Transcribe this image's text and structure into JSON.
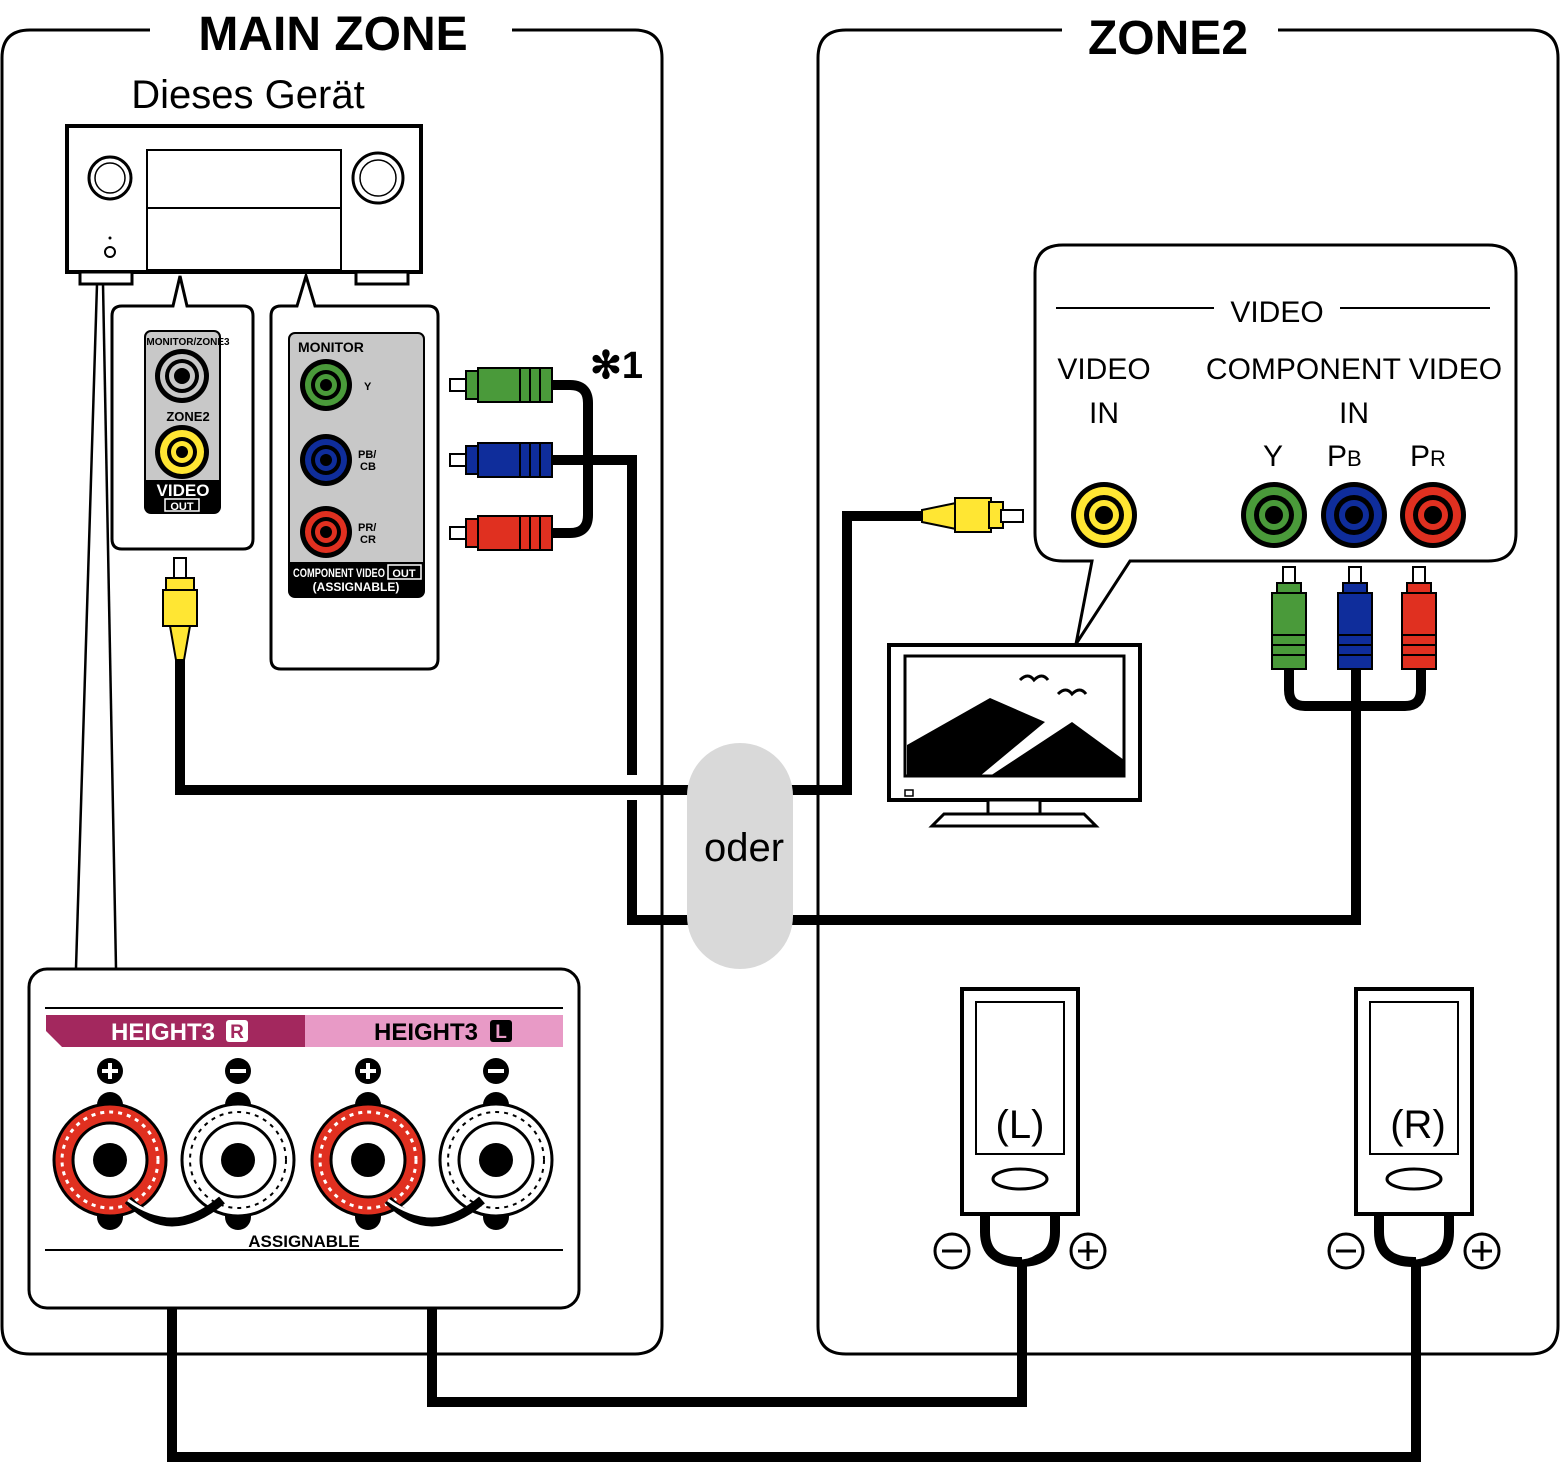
{
  "zones": {
    "main": "MAIN ZONE",
    "zone2": "ZONE2"
  },
  "device_label": "Dieses Gerät",
  "footnote": "✻1",
  "separator": "oder",
  "receiver_panel": {
    "monitor_zone3": "MONITOR/ZONE3",
    "zone2": "ZONE2",
    "video": "VIDEO",
    "out": "OUT"
  },
  "component_panel": {
    "monitor": "MONITOR",
    "y": "Y",
    "pb": "PB/",
    "cb": "CB",
    "pr": "PR/",
    "cr": "CR",
    "component_video": "COMPONENT VIDEO",
    "out": "OUT",
    "assignable": "(ASSIGNABLE)"
  },
  "tv_panel": {
    "video": "VIDEO",
    "video_in_1": "VIDEO",
    "video_in_2": "IN",
    "component_1": "COMPONENT VIDEO",
    "component_2": "IN",
    "y": "Y",
    "pb_main": "P",
    "pb_sub": "B",
    "pr_main": "P",
    "pr_sub": "R"
  },
  "speaker_terminals": {
    "height3r": "HEIGHT3",
    "height3r_badge": "R",
    "height3l": "HEIGHT3",
    "height3l_badge": "L",
    "assignable": "ASSIGNABLE"
  },
  "speakers": {
    "left": "(L)",
    "right": "(R)"
  },
  "colors": {
    "green": "#4a9a3a",
    "blue": "#0f2d9b",
    "red": "#e03020",
    "yellow": "#ffe633",
    "height3r": "#a3285e",
    "height3l": "#e89ac6",
    "panel_gray": "#c8c8c8",
    "oder_gray": "#d9d9d9"
  }
}
